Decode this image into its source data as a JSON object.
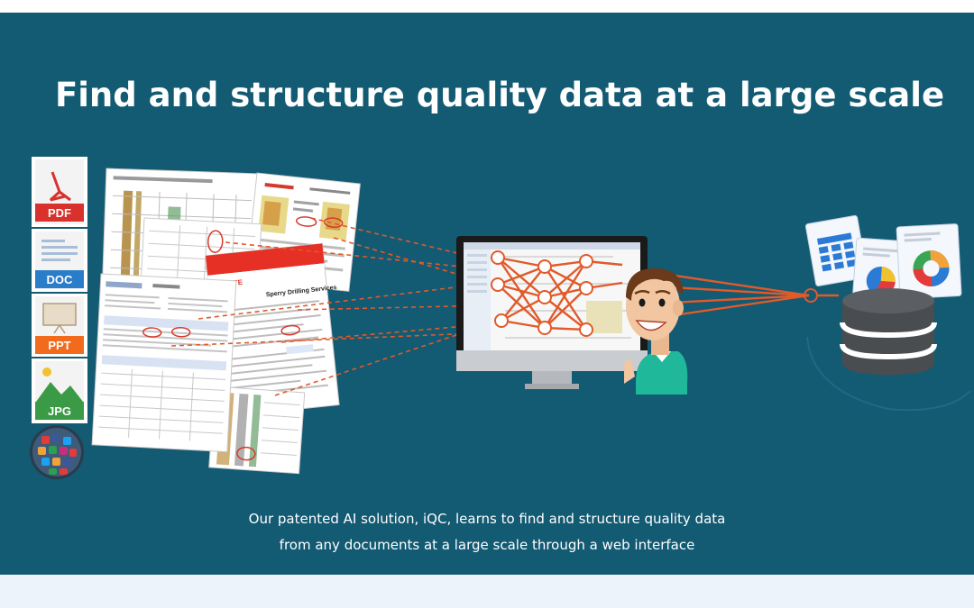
{
  "headline": "Find and structure quality data at a large scale",
  "caption": {
    "line1": "Our patented AI solution, iQC, learns to find and structure quality data",
    "line2": "from any documents at a large scale through a web interface"
  },
  "file_types": [
    {
      "label": "PDF",
      "color": "#d9312b",
      "icon": "pdf-icon"
    },
    {
      "label": "DOC",
      "color": "#2a7dc8",
      "icon": "doc-icon"
    },
    {
      "label": "PPT",
      "color": "#f26b1d",
      "icon": "ppt-icon"
    },
    {
      "label": "JPG",
      "color": "#3a9a45",
      "icon": "jpg-icon"
    }
  ],
  "documents": {
    "brand_label": "INSITE",
    "report_title": "Sperry Drilling Services"
  },
  "colors": {
    "background": "#135a73",
    "network": "#e05a2a",
    "footer_band": "#edf3fb"
  }
}
